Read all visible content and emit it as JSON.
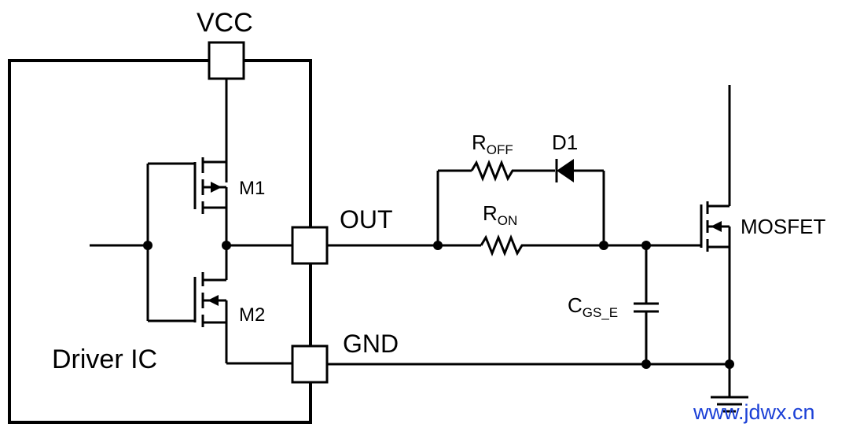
{
  "labels": {
    "vcc": "VCC",
    "driver_ic": "Driver IC",
    "m1": "M1",
    "m2": "M2",
    "out": "OUT",
    "gnd": "GND",
    "r_off_main": "R",
    "r_off_sub": "OFF",
    "r_on_main": "R",
    "r_on_sub": "ON",
    "d1": "D1",
    "c_main": "C",
    "c_sub": "GS_E",
    "mosfet": "MOSFET",
    "watermark": "www.jdwx.cn"
  },
  "colors": {
    "line": "#000000",
    "watermark": "#1a3fd6"
  }
}
